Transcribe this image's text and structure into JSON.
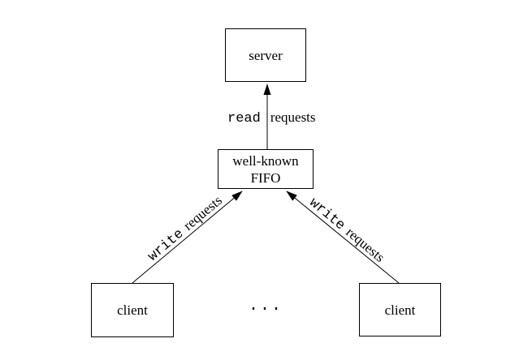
{
  "diagram": {
    "background_color": "#ffffff",
    "line_color": "#000000",
    "boxes": {
      "server": {
        "label": "server"
      },
      "fifo": {
        "line1": "well-known",
        "line2": "FIFO"
      },
      "client_left": {
        "label": "client"
      },
      "client_right": {
        "label": "client"
      }
    },
    "arrows": {
      "read": {
        "verb": "read",
        "noun": "requests"
      },
      "write_left": {
        "verb": "write",
        "noun": "requests"
      },
      "write_right": {
        "verb": "write",
        "noun": "requests"
      }
    },
    "ellipsis": "..."
  }
}
